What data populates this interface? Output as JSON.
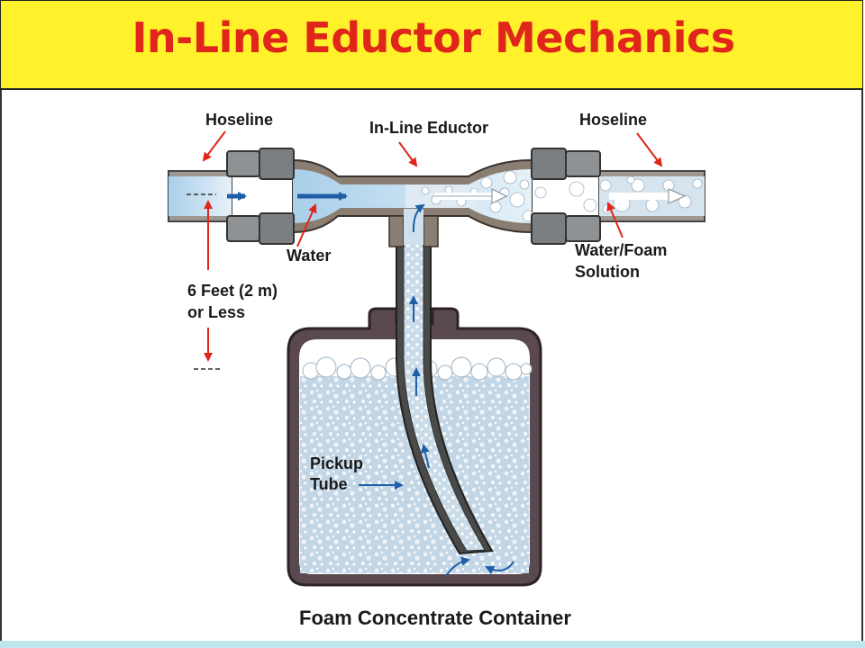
{
  "title": "In-Line Eductor Mechanics",
  "labels": {
    "hoseline_left": "Hoseline",
    "eductor": "In-Line Eductor",
    "hoseline_right": "Hoseline",
    "water": "Water",
    "solution_line1": "Water/Foam",
    "solution_line2": "Solution",
    "height_line1": "6 Feet (2 m)",
    "height_line2": "or Less",
    "pickup_line1": "Pickup",
    "pickup_line2": "Tube",
    "container": "Foam Concentrate Container"
  },
  "colors": {
    "title_bg": "#fff22a",
    "title_text": "#e0261b",
    "callout_arrow": "#e0261b",
    "flow_arrow": "#1f5fa8",
    "water": "#b8d8ee",
    "foam": "#c9d9e6",
    "housing": "#8a7d72"
  }
}
